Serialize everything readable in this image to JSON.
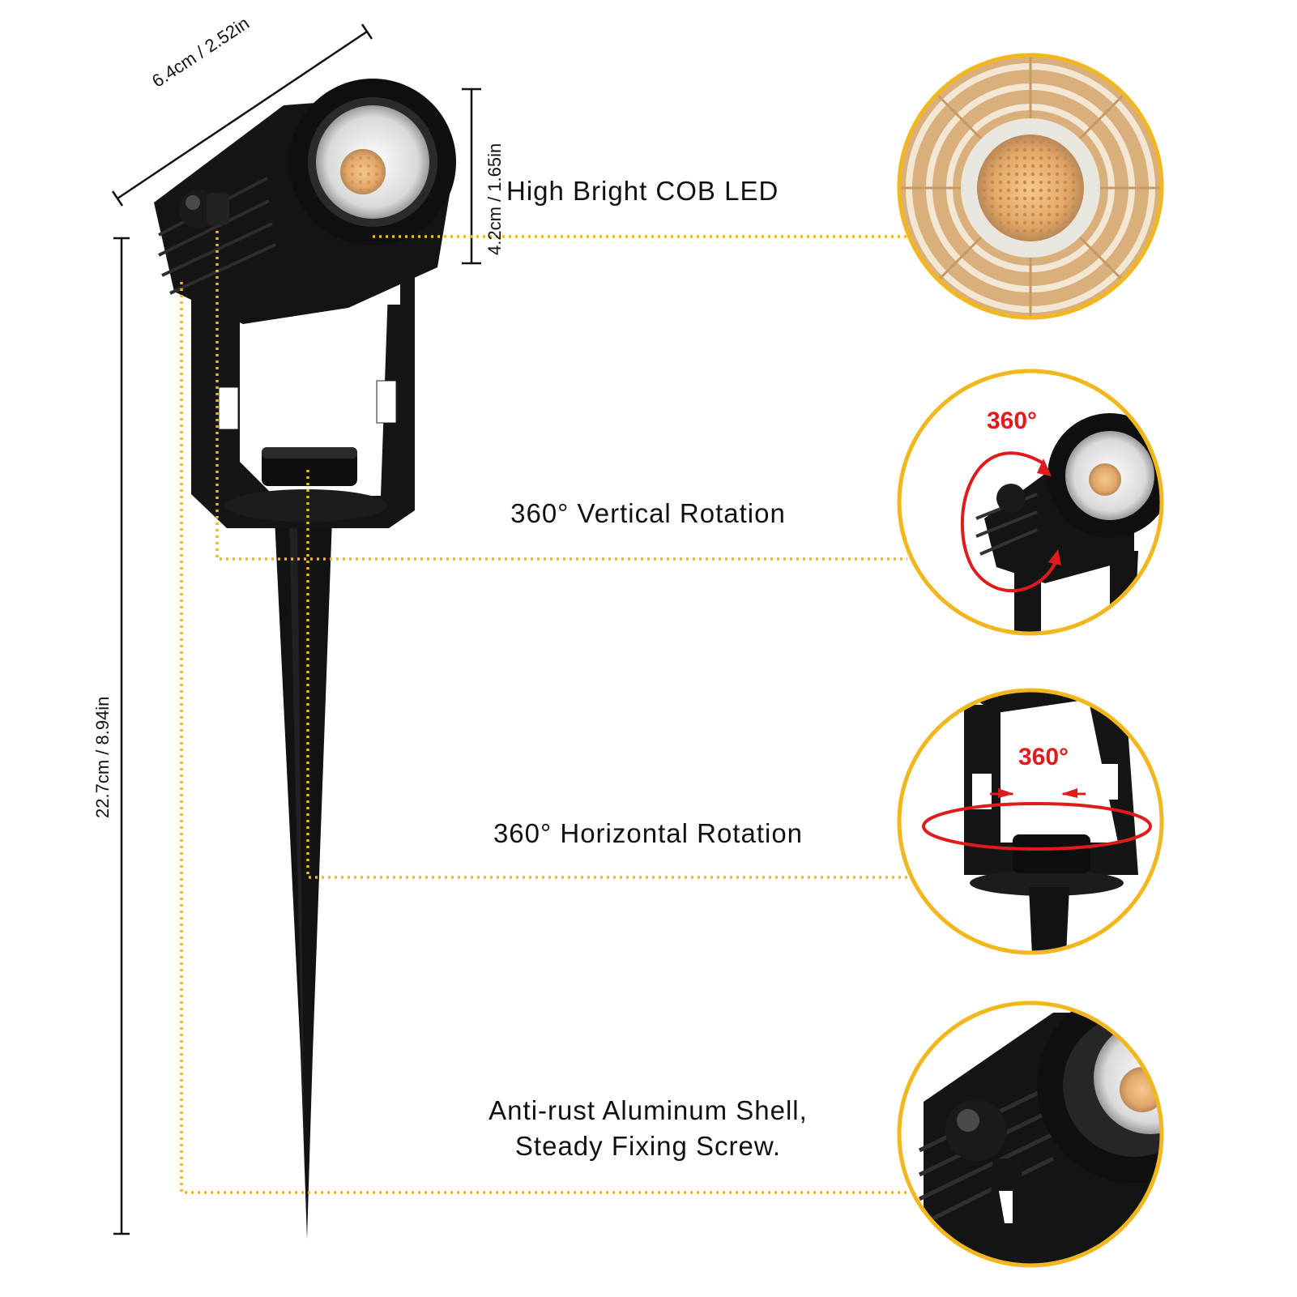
{
  "colors": {
    "accent": "#F2B61E",
    "product": "#111111",
    "arrow": "#E01B1B",
    "led": "#E7B27A"
  },
  "dimensions": {
    "width": "6.4cm / 2.52in",
    "head_height": "4.2cm / 1.65in",
    "total_height": "22.7cm / 8.94in"
  },
  "features": [
    {
      "label": "High Bright COB LED",
      "icon": "cob-led-closeup"
    },
    {
      "label": "360° Vertical Rotation",
      "badge": "360°",
      "icon": "vertical-rotation"
    },
    {
      "label": "360° Horizontal Rotation",
      "badge": "360°",
      "icon": "horizontal-rotation"
    },
    {
      "label_line1": "Anti-rust Aluminum Shell,",
      "label_line2": "Steady Fixing Screw.",
      "icon": "aluminum-shell-closeup"
    }
  ]
}
